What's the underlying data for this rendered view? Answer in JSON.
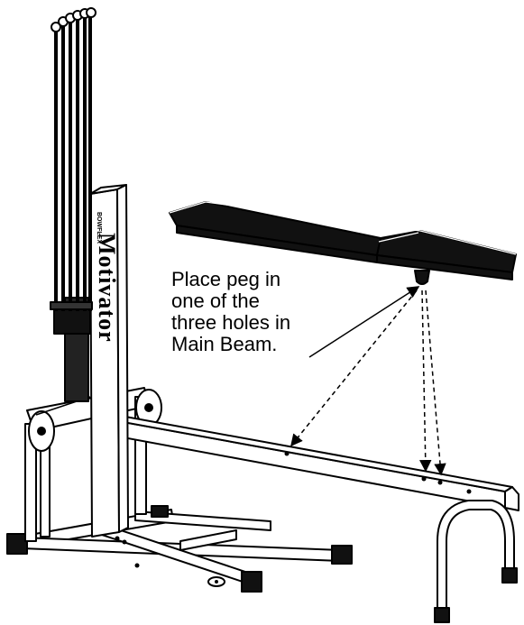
{
  "callout": {
    "lines": [
      "Place peg in",
      "one of the",
      "three holes in",
      "Main Beam."
    ]
  },
  "brand": {
    "small": "BOWFLEX",
    "name": "Motivator"
  }
}
